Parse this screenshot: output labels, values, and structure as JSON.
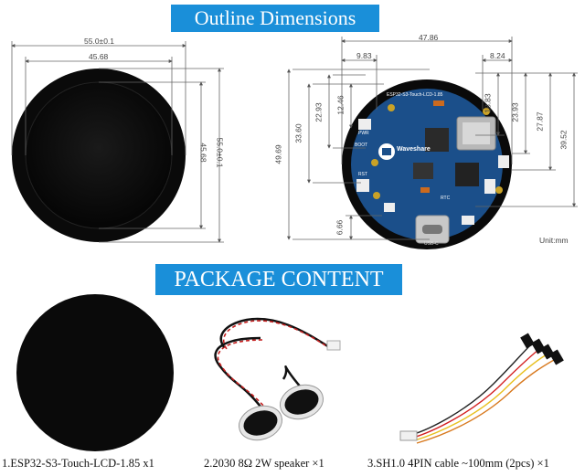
{
  "banners": {
    "outline": "Outline Dimensions",
    "package": "PACKAGE CONTENT"
  },
  "left_dims": {
    "outer_width": "55.0±0.1",
    "inner_width": "45.68",
    "inner_height": "45.68",
    "outer_height": "55.0±0.1"
  },
  "board": {
    "total_width": "47.86",
    "left_offset": "9.83",
    "right_offset": "8.24",
    "h_12_46": "12.46",
    "h_22_93": "22.93",
    "h_33_60": "33.60",
    "h_49_69": "49.69",
    "h_6_66": "6.66",
    "r_18_83": "18.83",
    "r_23_93": "23.93",
    "r_27_87": "27.87",
    "r_39_52": "39.52",
    "unit": "Unit:mm",
    "silk_title": "ESP32-S3-Touch-LCD-1.85",
    "silk_brand": "Waveshare",
    "silk_pwr": "PWR",
    "silk_boot": "BOOT",
    "silk_rst": "RST",
    "silk_rtc": "RTC",
    "silk_usb": "USB-C"
  },
  "captions": {
    "item1": "1.ESP32-S3-Touch-LCD-1.85 x1",
    "item2": "2.2030 8Ω 2W speaker ×1",
    "item3": "3.SH1.0 4PIN cable ~100mm (2pcs) ×1"
  },
  "colors": {
    "banner": "#1a8fd9",
    "pcb": "#1b4f8a",
    "display": "#0a0a0a"
  }
}
